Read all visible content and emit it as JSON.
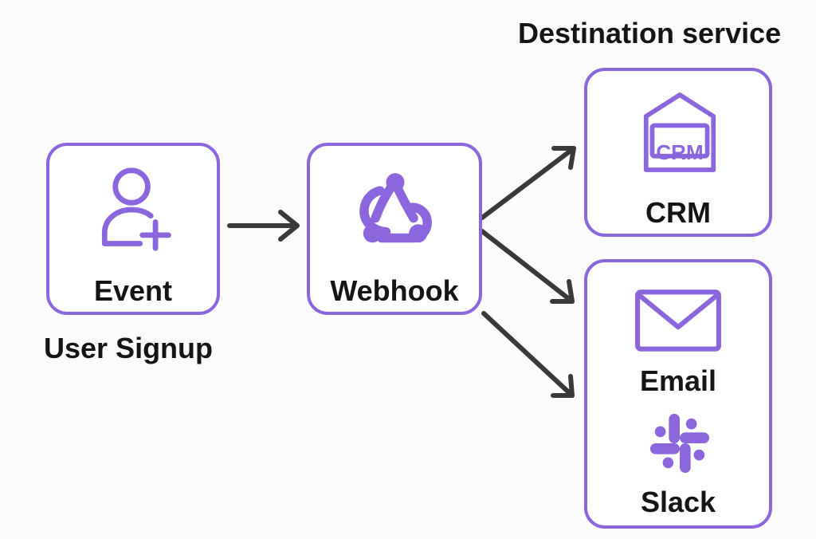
{
  "header": {
    "title": "Destination service"
  },
  "source": {
    "label": "Event",
    "caption": "User Signup",
    "icon": "add-user-icon"
  },
  "hub": {
    "label": "Webhook",
    "icon": "webhook-icon"
  },
  "destinations": {
    "crm": {
      "label": "CRM",
      "icon_text": "CRM",
      "icon": "crm-building-icon"
    },
    "email": {
      "label": "Email",
      "icon": "envelope-icon"
    },
    "slack": {
      "label": "Slack",
      "icon": "slack-icon"
    }
  },
  "colors": {
    "accent": "#8b66dd",
    "arrow": "#3a3a3a",
    "text": "#151515",
    "background": "#fbfbfb"
  }
}
